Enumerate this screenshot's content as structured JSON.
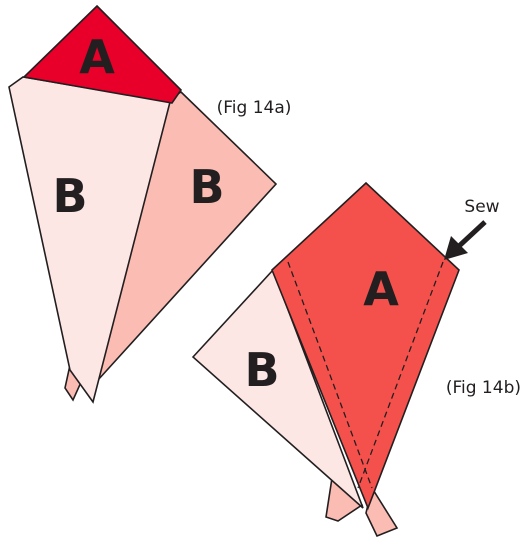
{
  "fig_a": {
    "caption": "(Fig 14a)",
    "top_piece_label": "A",
    "left_piece_label": "B",
    "right_piece_label": "B"
  },
  "fig_b": {
    "caption": "(Fig 14b)",
    "center_piece_label": "A",
    "left_piece_label": "B",
    "sew_label": "Sew"
  },
  "colors": {
    "piece_a_fig_a": "#e8002a",
    "piece_a_fig_b": "#f4514c",
    "piece_b_light": "#fde7e5",
    "piece_b_medium": "#fbbcb3",
    "outline": "#231f20"
  },
  "icons": {
    "sew_pointer": "arrow-down-left-icon"
  }
}
